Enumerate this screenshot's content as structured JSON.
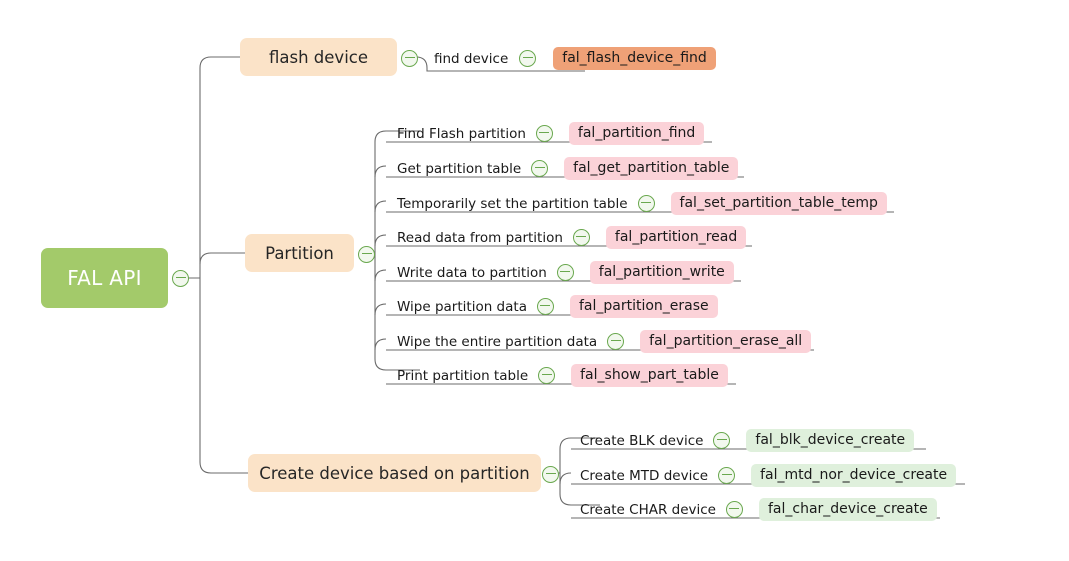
{
  "diagram": {
    "type": "mindmap",
    "title": "FAL API",
    "colors": {
      "root_bg": "#a3ca6a",
      "root_text": "#ffffff",
      "branch_bg": "#fbe3c8",
      "pill_orange": "#efa177",
      "pill_pink": "#fbd2d8",
      "pill_green": "#dff0dc",
      "line": "#6b6b6b",
      "toggle_stroke": "#6aa84f"
    },
    "root": {
      "label": "FAL API",
      "toggle_icon": "collapse-circle-minus-icon"
    },
    "branches": [
      {
        "id": "flash-device",
        "label": "flash device",
        "toggle_icon": "collapse-circle-minus-icon",
        "pill_color": "orange",
        "children": [
          {
            "label": "find device",
            "api": "fal_flash_device_find",
            "toggle_icon": "collapse-circle-minus-icon"
          }
        ]
      },
      {
        "id": "partition",
        "label": "Partition",
        "toggle_icon": "collapse-circle-minus-icon",
        "pill_color": "pink",
        "children": [
          {
            "label": "Find Flash partition",
            "api": "fal_partition_find",
            "toggle_icon": "collapse-circle-minus-icon"
          },
          {
            "label": "Get partition table",
            "api": "fal_get_partition_table",
            "toggle_icon": "collapse-circle-minus-icon"
          },
          {
            "label": "Temporarily set the partition table",
            "api": "fal_set_partition_table_temp",
            "toggle_icon": "collapse-circle-minus-icon"
          },
          {
            "label": "Read data from partition",
            "api": "fal_partition_read",
            "toggle_icon": "collapse-circle-minus-icon"
          },
          {
            "label": "Write data to partition",
            "api": "fal_partition_write",
            "toggle_icon": "collapse-circle-minus-icon"
          },
          {
            "label": "Wipe partition data",
            "api": "fal_partition_erase",
            "toggle_icon": "collapse-circle-minus-icon"
          },
          {
            "label": "Wipe the entire partition data",
            "api": "fal_partition_erase_all",
            "toggle_icon": "collapse-circle-minus-icon"
          },
          {
            "label": "Print partition table",
            "api": "fal_show_part_table",
            "toggle_icon": "collapse-circle-minus-icon"
          }
        ]
      },
      {
        "id": "create-device",
        "label": "Create device based on partition",
        "toggle_icon": "collapse-circle-minus-icon",
        "pill_color": "green",
        "children": [
          {
            "label": "Create BLK device",
            "api": "fal_blk_device_create",
            "toggle_icon": "collapse-circle-minus-icon"
          },
          {
            "label": "Create MTD device",
            "api": "fal_mtd_nor_device_create",
            "toggle_icon": "collapse-circle-minus-icon"
          },
          {
            "label": "Create CHAR device",
            "api": "fal_char_device_create",
            "toggle_icon": "collapse-circle-minus-icon"
          }
        ]
      }
    ]
  }
}
